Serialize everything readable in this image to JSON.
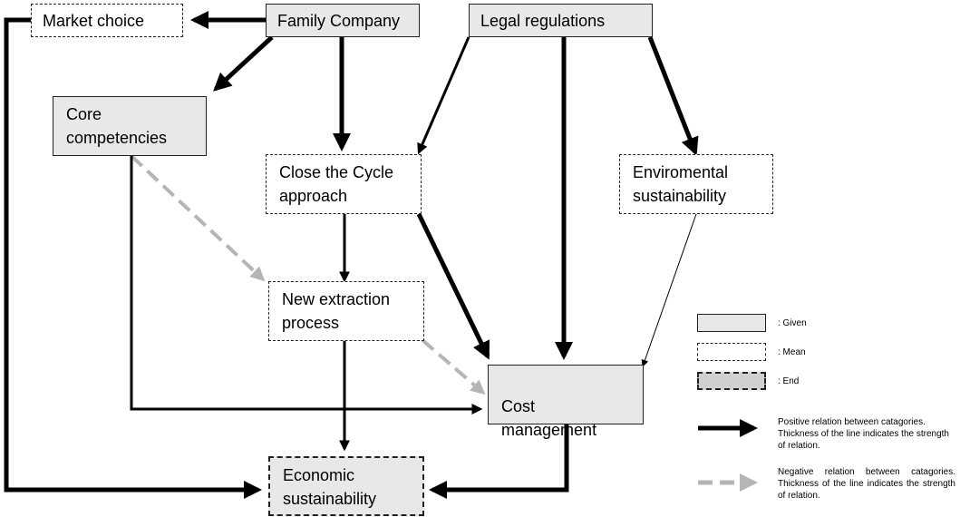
{
  "nodes": {
    "market_choice": "Market choice",
    "family_company": "Family Company",
    "legal_regulations": "Legal regulations",
    "core_competencies": "Core competencies",
    "close_the_cycle": "Close the Cycle approach",
    "enviromental_sustainability": "Enviromental sustainability",
    "new_extraction": "New extraction process",
    "cost_management": "Cost management",
    "economic_sustainability": "Economic sustainability"
  },
  "legend": {
    "given": ": Given",
    "mean": ": Mean",
    "end": ": End",
    "positive": "Positive relation between catagories. Thickness of the line indicates the strength of relation.",
    "negative": "Negative relation between catagories. Thickness of the line indicates the strength of relation."
  },
  "colors": {
    "positive_line": "#000000",
    "negative_line": "#b5b5b5",
    "given_fill": "#e8e8e8",
    "end_fill": "#d0d0d0"
  }
}
